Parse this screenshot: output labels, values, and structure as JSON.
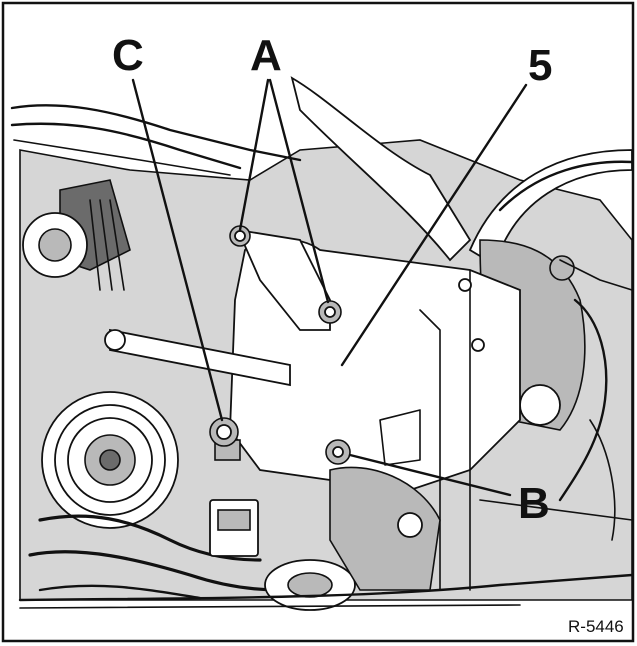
{
  "labels": {
    "C": "C",
    "A": "A",
    "five": "5",
    "B": "B"
  },
  "reference": "R-5446"
}
